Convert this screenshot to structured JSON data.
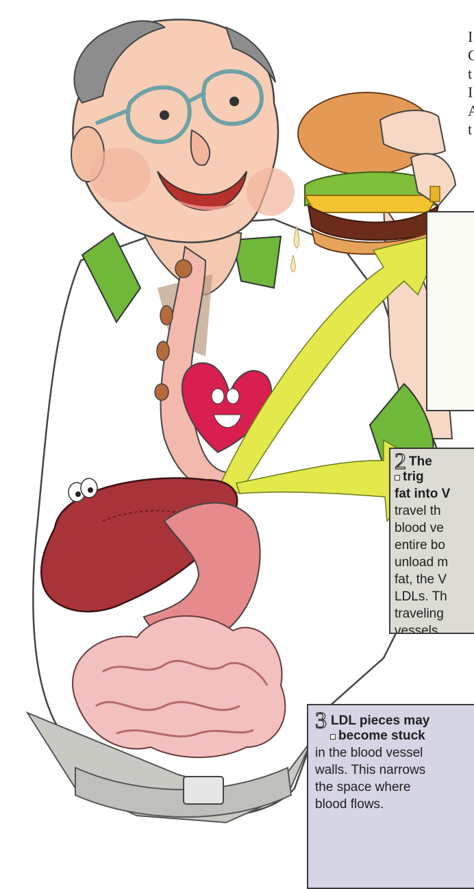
{
  "top_text": {
    "lines": [
      "I",
      "C",
      "t",
      "I",
      "A",
      "t"
    ]
  },
  "callout_2": {
    "number": "2",
    "heading_line1": "The",
    "heading_line2": "trig",
    "bold_line": "fat into V",
    "body_lines": [
      "travel th",
      "blood ve",
      "entire bo",
      "unload m",
      "fat, the V",
      "LDLs. Th",
      "traveling",
      "vessels."
    ]
  },
  "callout_3": {
    "number": "3",
    "heading_line1": "LDL pieces may",
    "heading_line2": "become stuck",
    "body_lines": [
      "in the blood vessel",
      "walls. This narrows",
      "the space where",
      "blood flows."
    ]
  },
  "colors": {
    "callout_2_bg": "#dcdcd4",
    "callout_3_bg": "#d5d5e6",
    "arrow": "#e3e94a",
    "heart": "#d81f4f",
    "shirt_collar": "#6fb83a"
  }
}
